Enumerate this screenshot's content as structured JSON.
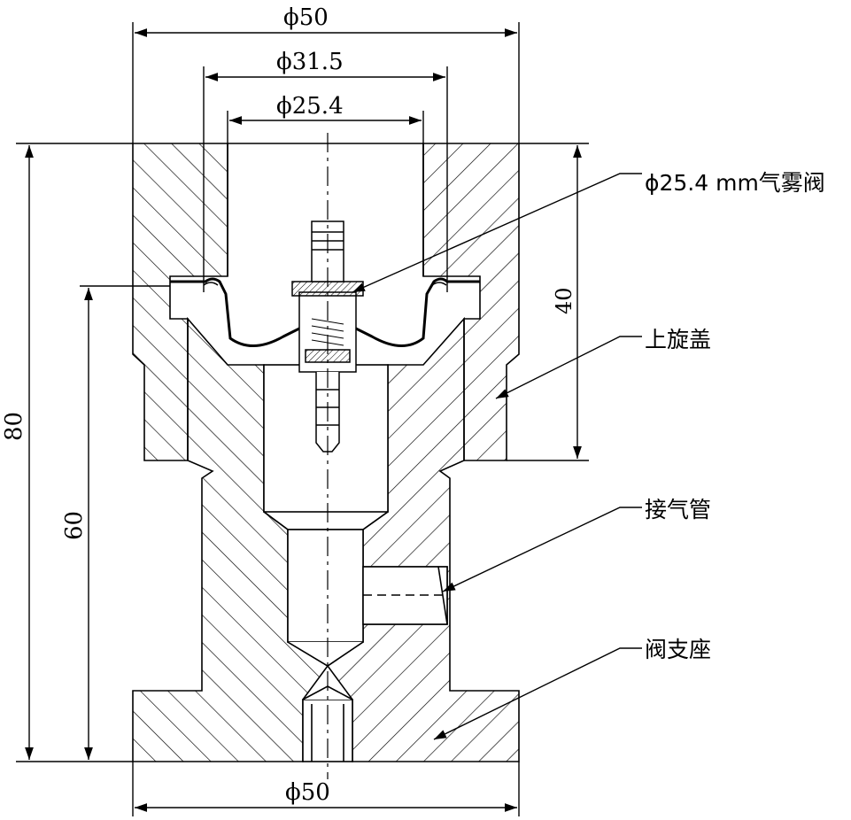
{
  "dimensions": {
    "top_outer_diameter": "ϕ50",
    "mid_diameter": "ϕ31.5",
    "inner_diameter": "ϕ25.4",
    "bottom_diameter": "ϕ50",
    "total_height": "80",
    "base_height": "60",
    "cap_height": "40"
  },
  "callouts": {
    "valve": "ϕ25.4 mm气雾阀",
    "upper_cap": "上旋盖",
    "air_pipe": "接气管",
    "valve_seat": "阀支座"
  },
  "colors": {
    "line": "#000000",
    "background": "#ffffff"
  }
}
